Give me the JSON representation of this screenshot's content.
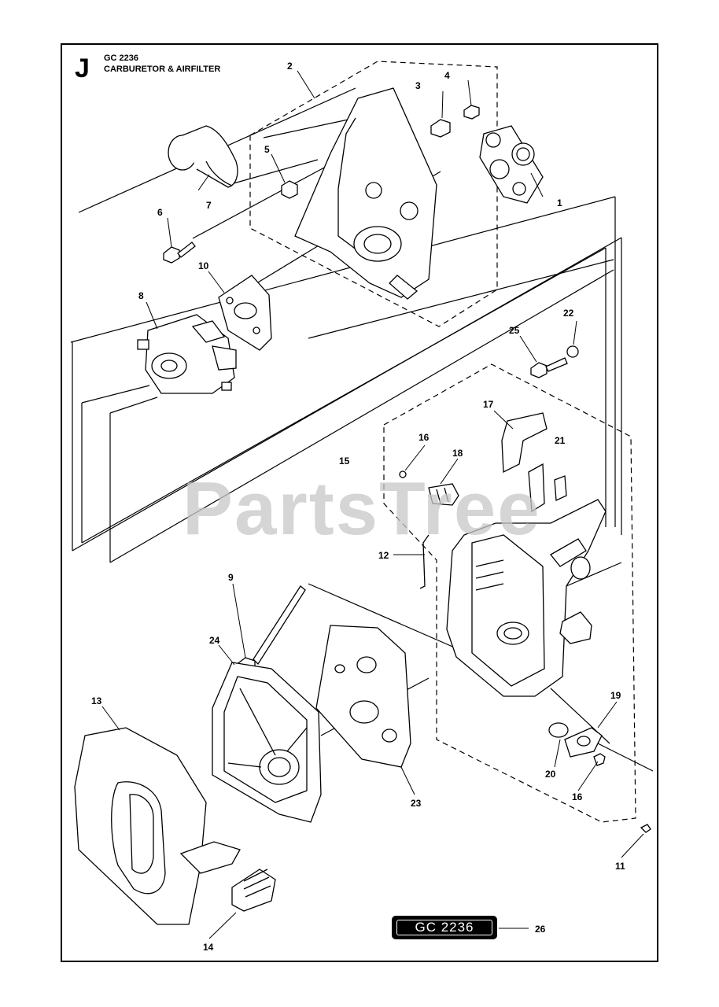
{
  "header": {
    "section_letter": "J",
    "model": "GC 2236",
    "title": "CARBURETOR & AIRFILTER"
  },
  "watermark": "PartsTree",
  "badge": {
    "text": "GC 2236",
    "callout": "26"
  },
  "callouts": {
    "c1": "1",
    "c2": "2",
    "c3": "3",
    "c4": "4",
    "c5": "5",
    "c6": "6",
    "c7": "7",
    "c8": "8",
    "c9": "9",
    "c10": "10",
    "c11": "11",
    "c12": "12",
    "c13": "13",
    "c14": "14",
    "c15": "15",
    "c16a": "16",
    "c16b": "16",
    "c17": "17",
    "c18": "18",
    "c19": "19",
    "c20": "20",
    "c21": "21",
    "c22": "22",
    "c23": "23",
    "c24": "24",
    "c25": "25"
  },
  "colors": {
    "line": "#000000",
    "watermark": "#c8c8c8",
    "badge_bg": "#000000",
    "badge_text": "#ffffff"
  }
}
